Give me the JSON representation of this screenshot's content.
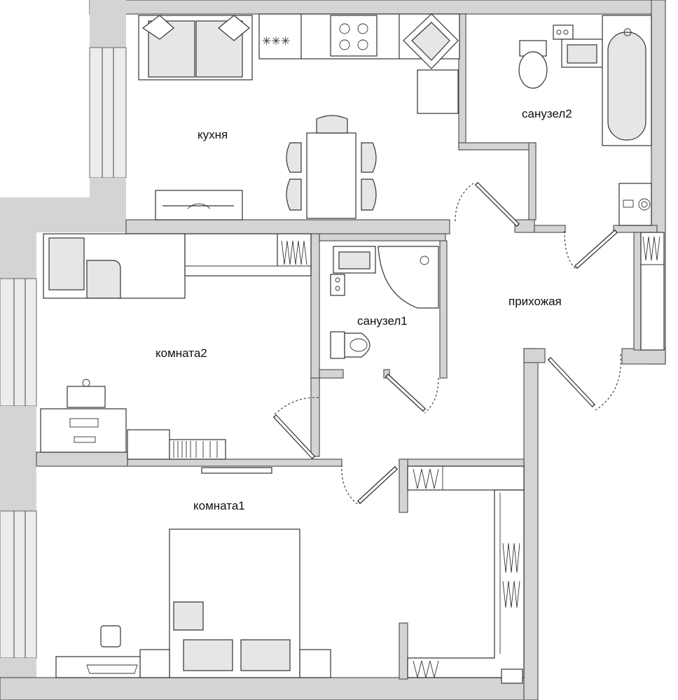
{
  "rooms": {
    "kitchen": "кухня",
    "bath2": "санузел2",
    "bath1": "санузел1",
    "hall": "прихожая",
    "room2": "комната2",
    "room1": "комната1"
  },
  "icons": {
    "stove": "cooktop-icon",
    "sink": "sink-icon",
    "toilet": "toilet-icon",
    "bathtub": "bathtub-icon",
    "washer": "washing-machine-icon",
    "bed": "bed-icon",
    "sofa": "sofa-icon",
    "tv": "tv-icon",
    "table": "dining-table-icon",
    "wardrobe": "wardrobe-icon"
  },
  "colors": {
    "wall": "#d4d4d4",
    "outline": "#333333",
    "background": "#ffffff"
  }
}
